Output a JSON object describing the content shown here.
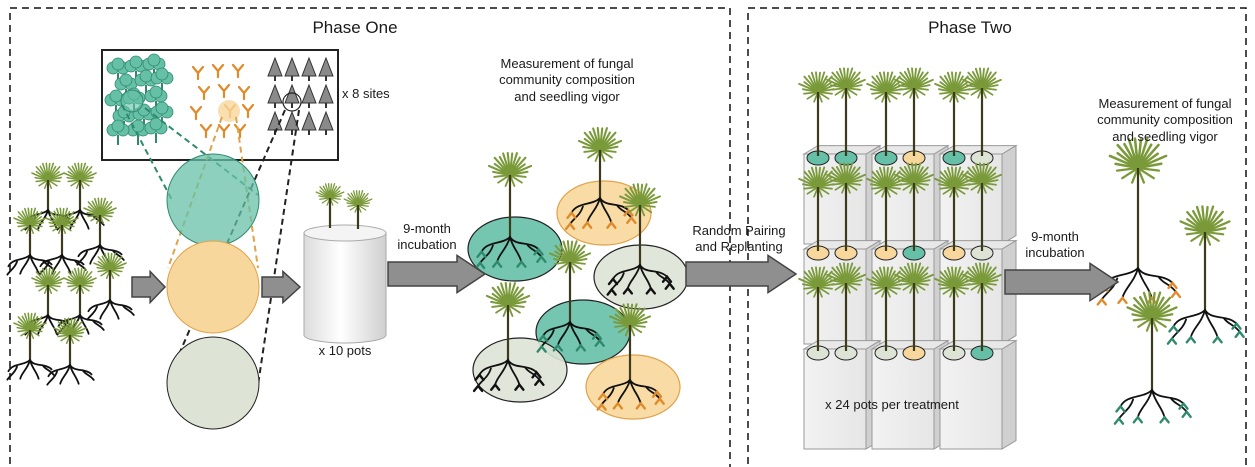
{
  "phases": {
    "one": {
      "title": "Phase One"
    },
    "two": {
      "title": "Phase Two"
    }
  },
  "labels": {
    "sites": "x 8 sites",
    "pots": "x 10 pots",
    "incubation1": "9-month\nincubation",
    "measurement1": "Measurement of fungal\ncommunity composition\nand seedling vigor",
    "pairing": "Random Pairing\nand Replanting",
    "incubation2": "9-month\nincubation",
    "measurement2": "Measurement of fungal\ncommunity composition\nand seedling vigor",
    "pots_per_treatment": "x 24 pots per treatment"
  },
  "colors": {
    "teal": "#66c0a7",
    "teal_stroke": "#2f8a6d",
    "orange": "#f8d79c",
    "orange_stroke": "#e0a24a",
    "sage": "#dde3d5",
    "arrow": "#8f8f8f",
    "needle": "#7a9a3a",
    "stem": "#3d3a1e"
  },
  "icons": [
    "tree-icon",
    "fungal-colony-icon",
    "conifer-icon",
    "seedling-icon",
    "pot-icon",
    "arrow-icon"
  ]
}
